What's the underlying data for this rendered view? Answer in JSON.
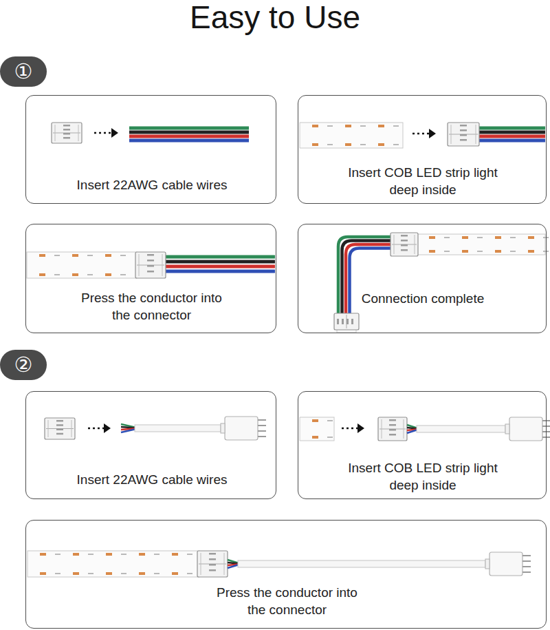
{
  "diagram": {
    "title": "Easy to Use",
    "nodes": [
      {
        "text": [
          "①"
        ]
      },
      {
        "text": [
          "Insert 22AWG cable wires"
        ]
      },
      {
        "text": [
          "Insert COB LED strip light deep inside"
        ]
      },
      {
        "text": [
          "Press the conductor into the connector"
        ]
      },
      {
        "text": [
          "Connection complete"
        ]
      },
      {
        "text": [
          "②"
        ]
      },
      {
        "text": [
          "Insert 22AWG cable wires"
        ]
      },
      {
        "text": [
          "Insert COB LED strip light deep inside"
        ]
      },
      {
        "text": [
          "Press the conductor into the connector"
        ]
      }
    ]
  }
}
